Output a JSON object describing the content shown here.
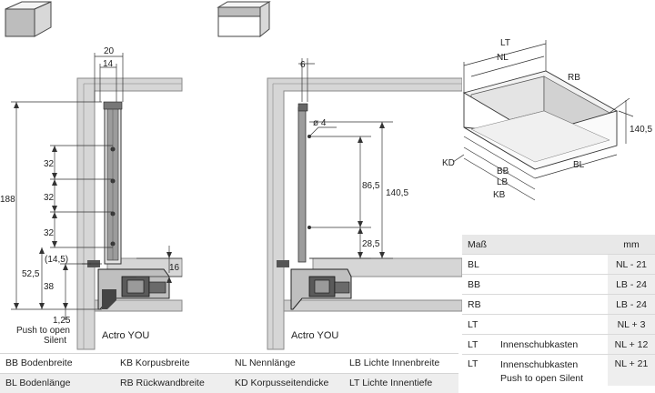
{
  "left_diagram": {
    "dims": {
      "w20": "20",
      "w14": "14",
      "h32a": "32",
      "h32b": "32",
      "h32c": "32",
      "h188": "188",
      "h145": "(14,5)",
      "h525": "52,5",
      "h38": "38",
      "h16": "16",
      "h125": "1,25"
    },
    "push_label_1": "Push to open",
    "push_label_2": "Silent",
    "caption": "Actro YOU"
  },
  "mid_diagram": {
    "dims": {
      "w6": "6",
      "dia4": "ø 4",
      "h865": "86,5",
      "h1405": "140,5",
      "h285": "28,5"
    },
    "caption": "Actro YOU"
  },
  "box_diagram": {
    "labels": {
      "lt": "LT",
      "nl": "NL",
      "rb": "RB",
      "h1405": "140,5",
      "kd": "KD",
      "bb": "BB",
      "lb": "LB",
      "bl": "BL",
      "kb": "KB"
    }
  },
  "table": {
    "header": {
      "col1": "Maß",
      "col3": "mm"
    },
    "rows": [
      {
        "sym": "BL",
        "desc": "",
        "val": "NL - 21"
      },
      {
        "sym": "BB",
        "desc": "",
        "val": "LB - 24"
      },
      {
        "sym": "RB",
        "desc": "",
        "val": "LB - 24"
      },
      {
        "sym": "LT",
        "desc": "",
        "val": "NL + 3"
      },
      {
        "sym": "LT",
        "desc": "Innenschubkasten",
        "val": "NL + 12"
      },
      {
        "sym": "LT",
        "desc": "Innenschubkasten\nPush to open Silent",
        "val": "NL + 21"
      }
    ]
  },
  "legend": {
    "r1": [
      "BB Bodenbreite",
      "KB Korpusbreite",
      "NL Nennlänge",
      "LB Lichte Innenbreite"
    ],
    "r2": [
      "BL Bodenlänge",
      "RB Rückwandbreite",
      "KD Korpusseitendicke",
      "LT Lichte Innentiefe"
    ]
  },
  "colors": {
    "cabinet": "#d6d6d6",
    "cabinet_edge": "#8a8a8a",
    "icon_fill": "#bdbdbd",
    "dim_line": "#333333"
  }
}
